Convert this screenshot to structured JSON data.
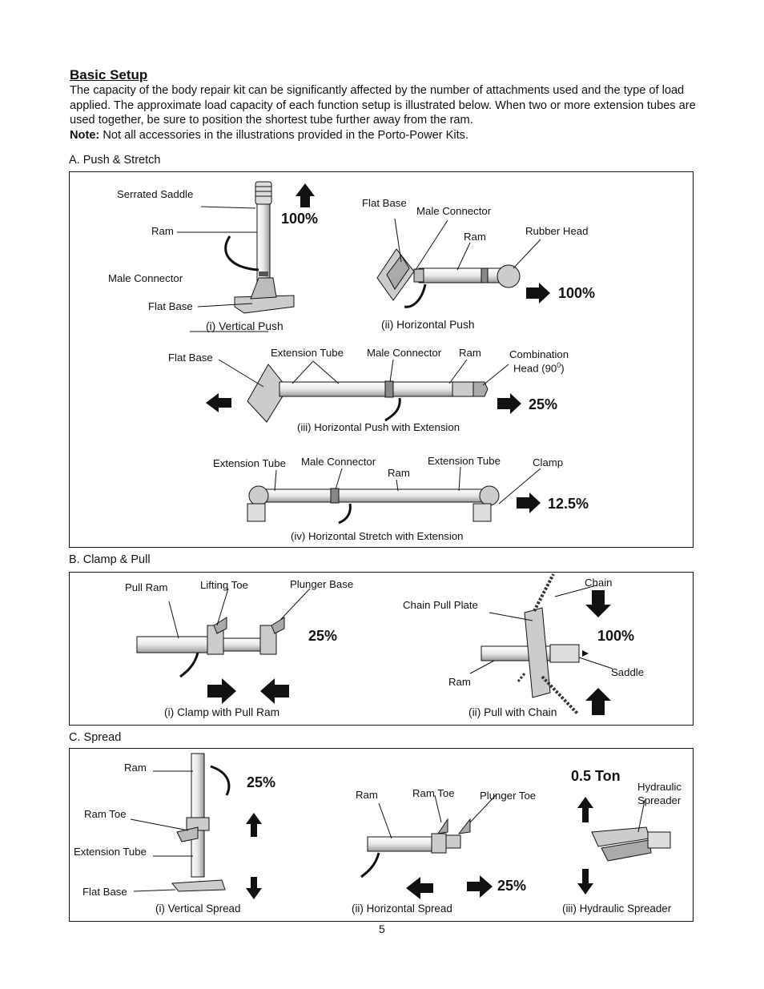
{
  "header": {
    "title": "Basic Setup",
    "intro": "The capacity of the body repair kit can be significantly affected by the number of attachments used and the type of load applied. The approximate load capacity of each function setup is illustrated below. When two or more extension tubes are used together, be sure to position the shortest tube further away from the ram.",
    "note_label": "Note:",
    "note_text": "Not all accessories in the illustrations provided in the Porto-Power Kits."
  },
  "section_a": {
    "title": "A. Push & Stretch",
    "vertical_push": {
      "caption": "(i) Vertical Push",
      "capacity": "100%",
      "labels": {
        "serrated_saddle": "Serrated Saddle",
        "ram": "Ram",
        "male_connector": "Male Connector",
        "flat_base": "Flat Base"
      }
    },
    "horizontal_push": {
      "caption": "(ii) Horizontal Push",
      "capacity": "100%",
      "labels": {
        "flat_base": "Flat Base",
        "male_connector": "Male Connector",
        "ram": "Ram",
        "rubber_head": "Rubber Head"
      }
    },
    "push_extension": {
      "caption": "(iii) Horizontal Push with Extension",
      "capacity": "25%",
      "labels": {
        "flat_base": "Flat Base",
        "extension_tube": "Extension Tube",
        "male_connector": "Male Connector",
        "ram": "Ram",
        "combination_head_1": "Combination",
        "combination_head_2": "Head (90",
        "combination_head_sup": "0",
        "combination_head_end": ")"
      }
    },
    "stretch_extension": {
      "caption": "(iv) Horizontal Stretch with Extension",
      "capacity": "12.5%",
      "labels": {
        "extension_tube_left": "Extension Tube",
        "male_connector": "Male Connector",
        "ram": "Ram",
        "extension_tube_right": "Extension Tube",
        "clamp": "Clamp"
      }
    }
  },
  "section_b": {
    "title": "B. Clamp & Pull",
    "clamp_pull": {
      "caption": "(i) Clamp with Pull Ram",
      "capacity": "25%",
      "labels": {
        "pull_ram": "Pull Ram",
        "lifting_toe": "Lifting Toe",
        "plunger_base": "Plunger Base"
      }
    },
    "pull_chain": {
      "caption": "(ii) Pull with Chain",
      "capacity": "100%",
      "labels": {
        "chain": "Chain",
        "chain_pull_plate": "Chain Pull Plate",
        "ram": "Ram",
        "saddle": "Saddle"
      }
    }
  },
  "section_c": {
    "title": "C. Spread",
    "vertical_spread": {
      "caption": "(i) Vertical Spread",
      "capacity": "25%",
      "labels": {
        "ram": "Ram",
        "ram_toe": "Ram Toe",
        "extension_tube": "Extension Tube",
        "flat_base": "Flat Base"
      }
    },
    "horizontal_spread": {
      "caption": "(ii) Horizontal Spread",
      "capacity": "25%",
      "labels": {
        "ram": "Ram",
        "ram_toe": "Ram Toe",
        "plunger_toe": "Plunger Toe"
      }
    },
    "hydraulic_spreader": {
      "caption": "(iii) Hydraulic Spreader",
      "capacity": "0.5 Ton",
      "labels": {
        "hydraulic_1": "Hydraulic",
        "hydraulic_2": "Spreader"
      }
    }
  },
  "footer": {
    "page_number": "5"
  }
}
